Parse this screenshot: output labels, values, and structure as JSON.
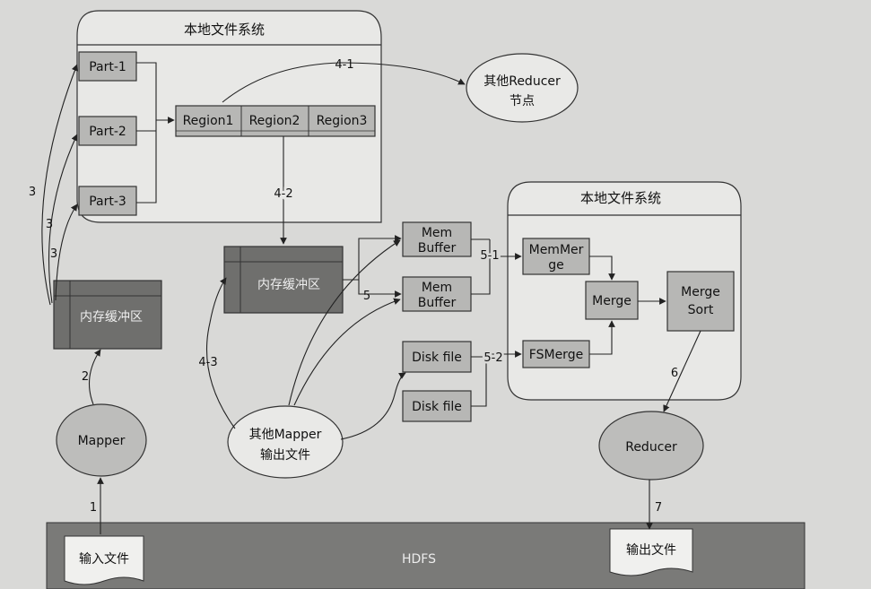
{
  "frames": {
    "local_fs_top": "本地文件系统",
    "local_fs_right": "本地文件系统"
  },
  "nodes": {
    "part1": "Part-1",
    "part2": "Part-2",
    "part3": "Part-3",
    "region1": "Region1",
    "region2": "Region2",
    "region3": "Region3",
    "other_reducer_line1": "其他Reducer",
    "other_reducer_line2": "节点",
    "mem_buffer_left": "内存缓冲区",
    "mem_buffer_mid": "内存缓冲区",
    "mapper": "Mapper",
    "other_mapper_line1": "其他Mapper",
    "other_mapper_line2": "输出文件",
    "membuf1_line1": "Mem",
    "membuf1_line2": "Buffer",
    "membuf2_line1": "Mem",
    "membuf2_line2": "Buffer",
    "diskfile1": "Disk file",
    "diskfile2": "Disk file",
    "memmerge_line1": "MemMer",
    "memmerge_line2": "ge",
    "fsmerge": "FSMerge",
    "merge": "Merge",
    "mergesort_line1": "Merge",
    "mergesort_line2": "Sort",
    "reducer": "Reducer",
    "input_file": "输入文件",
    "output_file": "输出文件",
    "hdfs": "HDFS"
  },
  "edges": {
    "e1": "1",
    "e2": "2",
    "e3a": "3",
    "e3b": "3",
    "e3c": "3",
    "e41": "4-1",
    "e42": "4-2",
    "e43": "4-3",
    "e5": "5",
    "e51": "5-1",
    "e52": "5-2",
    "e6": "6",
    "e7": "7"
  }
}
